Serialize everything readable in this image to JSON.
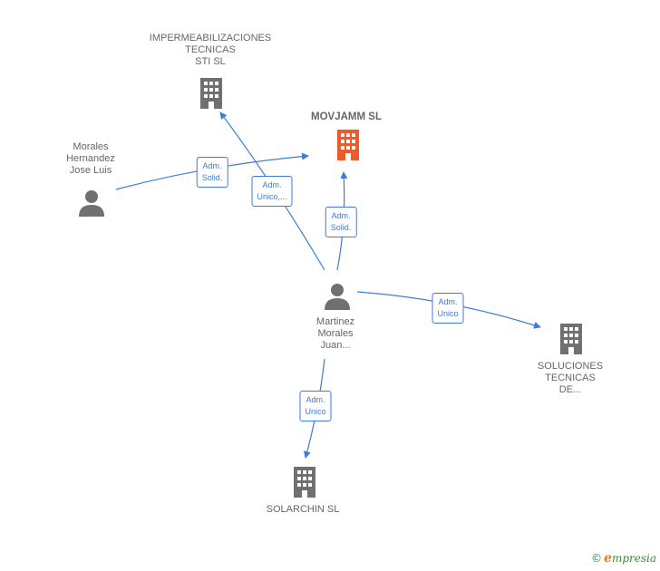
{
  "nodes": {
    "impermeabilizaciones": {
      "lines": [
        "IMPERMEABILIZACIONES",
        "TECNICAS",
        "STI  SL"
      ]
    },
    "movjamm": {
      "lines": [
        "MOVJAMM  SL"
      ]
    },
    "morales_hernandez": {
      "lines": [
        "Morales",
        "Hernandez",
        "Jose Luis"
      ]
    },
    "martinez_morales": {
      "lines": [
        "Martinez",
        "Morales",
        "Juan..."
      ]
    },
    "soluciones": {
      "lines": [
        "SOLUCIONES",
        "TECNICAS",
        "DE..."
      ]
    },
    "solarchin": {
      "lines": [
        "SOLARCHIN  SL"
      ]
    }
  },
  "edges": {
    "e1": {
      "lines": [
        "Adm.",
        "Solid."
      ]
    },
    "e2": {
      "lines": [
        "Adm.",
        "Unico,..."
      ]
    },
    "e3": {
      "lines": [
        "Adm.",
        "Solid."
      ]
    },
    "e4": {
      "lines": [
        "Adm.",
        "Unico"
      ]
    },
    "e5": {
      "lines": [
        "Adm.",
        "Unico"
      ]
    }
  },
  "colors": {
    "edge": "#3b7dd8",
    "building": "#707070",
    "building_focus": "#f05a28",
    "person": "#707070"
  },
  "footer": {
    "copyright_symbol": "©",
    "brand_first": "e",
    "brand_rest": "mpresia"
  }
}
